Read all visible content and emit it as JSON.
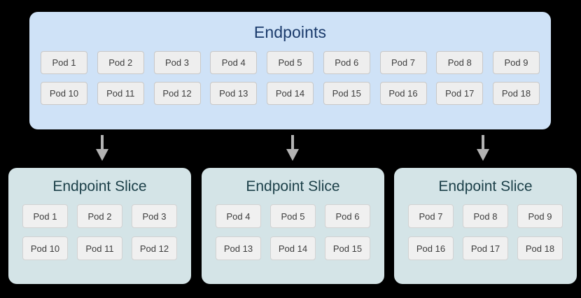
{
  "diagram": {
    "background_color": "#000000",
    "endpoints": {
      "title": "Endpoints",
      "panel_color": "#cfe2f7",
      "title_color": "#1a3a6b",
      "rows": [
        [
          "Pod 1",
          "Pod 2",
          "Pod 3",
          "Pod 4",
          "Pod 5",
          "Pod 6",
          "Pod 7",
          "Pod 8",
          "Pod 9"
        ],
        [
          "Pod 10",
          "Pod 11",
          "Pod 12",
          "Pod 13",
          "Pod 14",
          "Pod 15",
          "Pod 16",
          "Pod 17",
          "Pod 18"
        ]
      ]
    },
    "arrows": [
      {
        "name": "arrow-to-slice-1",
        "direction": "down",
        "color": "#b3b3b3"
      },
      {
        "name": "arrow-to-slice-2",
        "direction": "down",
        "color": "#b3b3b3"
      },
      {
        "name": "arrow-to-slice-3",
        "direction": "down",
        "color": "#b3b3b3"
      }
    ],
    "slices": [
      {
        "title": "Endpoint Slice",
        "panel_color": "#d4e4e7",
        "title_color": "#1c4049",
        "rows": [
          [
            "Pod 1",
            "Pod 2",
            "Pod 3"
          ],
          [
            "Pod 10",
            "Pod 11",
            "Pod 12"
          ]
        ]
      },
      {
        "title": "Endpoint Slice",
        "panel_color": "#d4e4e7",
        "title_color": "#1c4049",
        "rows": [
          [
            "Pod 4",
            "Pod 5",
            "Pod 6"
          ],
          [
            "Pod 13",
            "Pod 14",
            "Pod 15"
          ]
        ]
      },
      {
        "title": "Endpoint Slice",
        "panel_color": "#d4e4e7",
        "title_color": "#1c4049",
        "rows": [
          [
            "Pod 7",
            "Pod 8",
            "Pod 9"
          ],
          [
            "Pod 16",
            "Pod 17",
            "Pod 18"
          ]
        ]
      }
    ]
  }
}
